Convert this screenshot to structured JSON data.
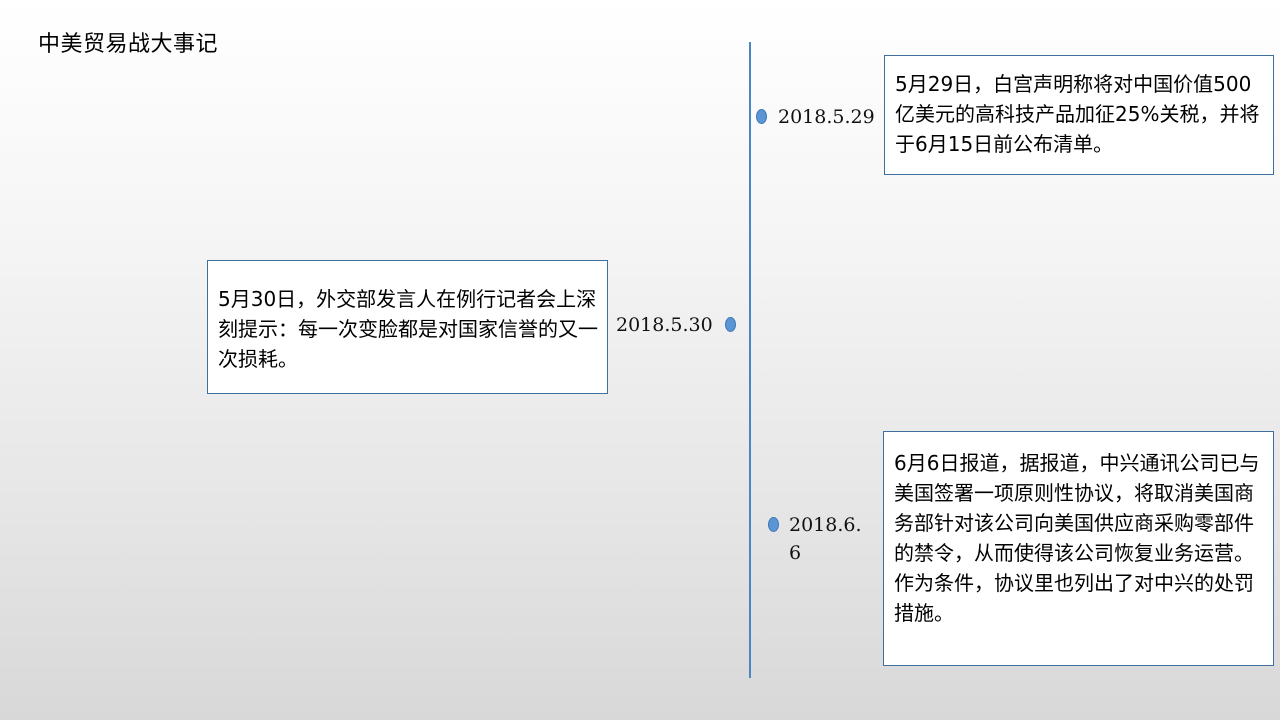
{
  "title": "中美贸易战大事记",
  "events": [
    {
      "date": "2018.5.29",
      "text": "5月29日，白宫声明称将对中国价值500亿美元的高科技产品加征25%关税，并将于6月15日前公布清单。"
    },
    {
      "date": "2018.5.30",
      "text": "5月30日，外交部发言人在例行记者会上深刻提示：每一次变脸都是对国家信誉的又一次损耗。"
    },
    {
      "date": "2018.6.6",
      "text": "6月6日报道，据报道，中兴通讯公司已与美国签署一项原则性协议，将取消美国商务部针对该公司向美国供应商采购零部件的禁令，从而使得该公司恢复业务运营。作为条件，协议里也列出了对中兴的处罚措施。"
    }
  ],
  "colors": {
    "axis": "#4b86c4",
    "dot": "#5b95d3",
    "box_border": "#3e6f9e"
  }
}
